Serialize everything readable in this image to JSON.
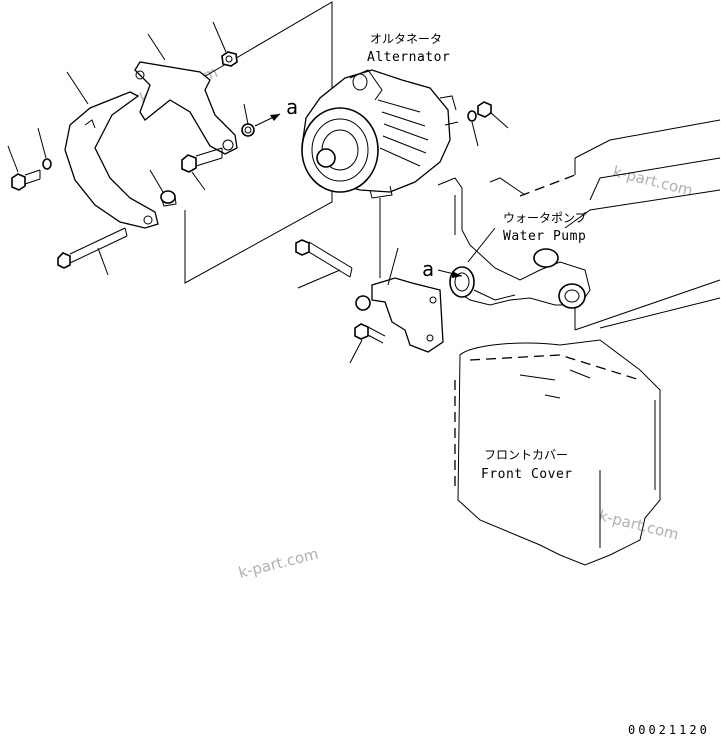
{
  "labels": {
    "alternator_jp": "オルタネータ",
    "alternator_en": "Alternator",
    "water_pump_jp": "ウォータポンプ",
    "water_pump_en": "Water Pump",
    "front_cover_jp": "フロントカバー",
    "front_cover_en": "Front Cover",
    "ref_a_top": "a",
    "ref_a_bottom": "a"
  },
  "watermark": "k-part.com",
  "drawing_number": "00021120"
}
